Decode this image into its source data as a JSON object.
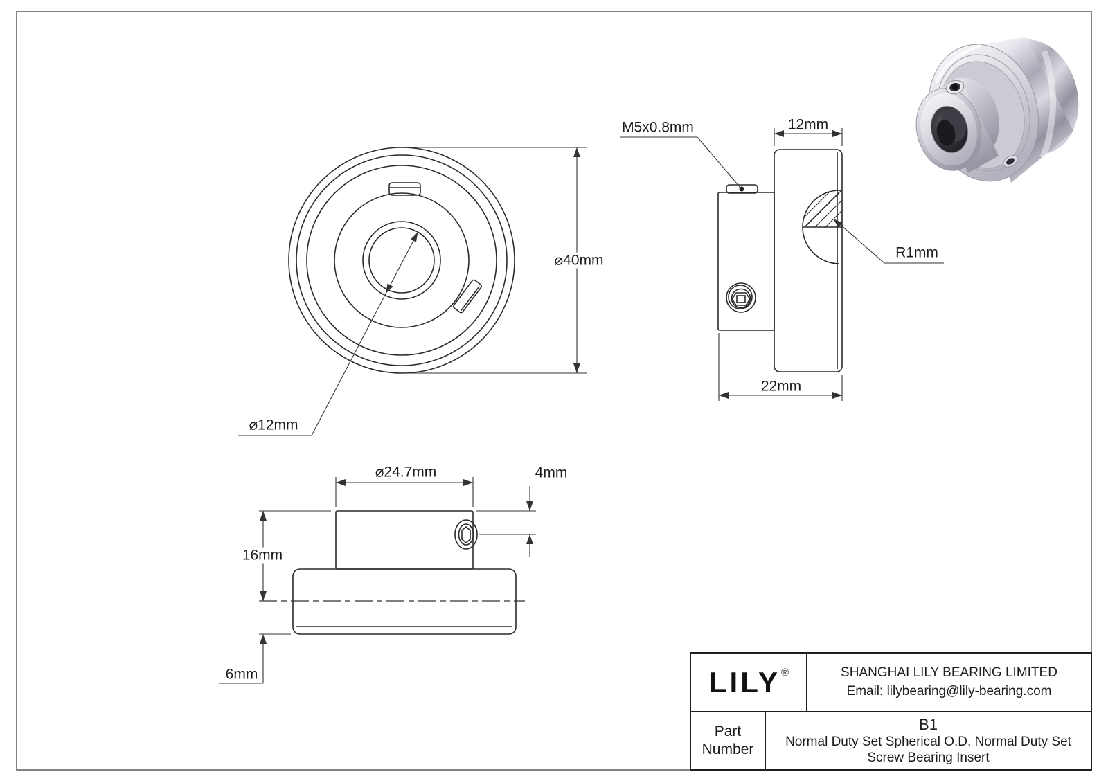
{
  "labels": {
    "front_outer_diameter": "⌀40mm",
    "front_bore_diameter": "⌀12mm",
    "set_screw_thread": "M5x0.8mm",
    "side_inner_width": "12mm",
    "fillet_radius": "R1mm",
    "side_overall_width": "22mm",
    "collar_outer_diameter": "⌀24.7mm",
    "set_screw_offset": "4mm",
    "collar_total_height": "16mm",
    "ring_bottom_offset": "6mm"
  },
  "title_block": {
    "logo_text": "LILY",
    "logo_registered_mark": "®",
    "company_name": "SHANGHAI LILY BEARING LIMITED",
    "company_email": "Email: lilybearing@lily-bearing.com",
    "part_label_line1": "Part",
    "part_label_line2": "Number",
    "part_number": "B1",
    "part_description": "Normal Duty Set Spherical O.D. Normal Duty Set Screw Bearing Insert"
  }
}
